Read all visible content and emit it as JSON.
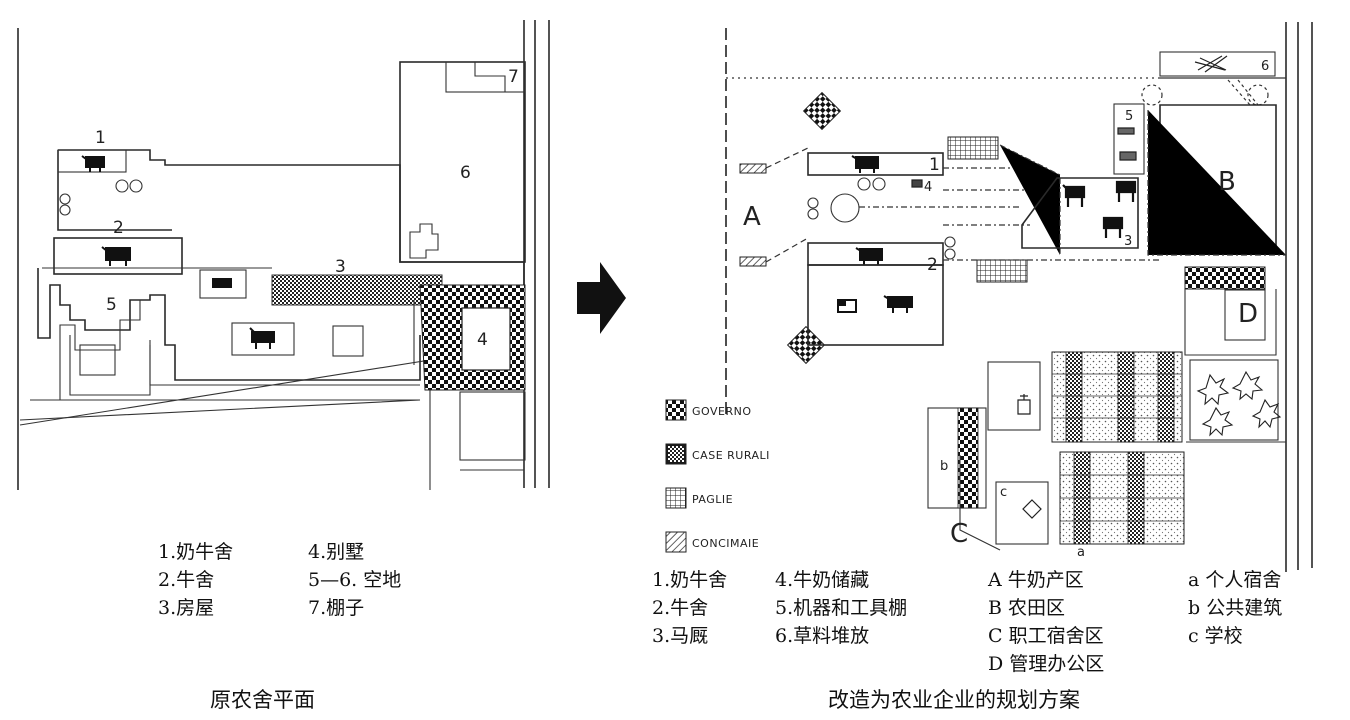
{
  "left_plan": {
    "labels": [
      "1",
      "2",
      "3",
      "4",
      "5",
      "6",
      "7"
    ],
    "legend_col1": [
      "1.奶牛舍",
      "2.牛舍",
      "3.房屋"
    ],
    "legend_col2": [
      "4.别墅",
      "5—6. 空地",
      "7.棚子"
    ],
    "caption": "原农舍平面"
  },
  "arrow": {
    "icon": "right-arrow-icon"
  },
  "right_plan": {
    "numbers": [
      "1",
      "2",
      "3",
      "4",
      "5",
      "6"
    ],
    "zones": [
      "A",
      "B",
      "C",
      "D"
    ],
    "sub_labels": [
      "a",
      "b",
      "c"
    ],
    "map_legend": [
      "GOVERNO",
      "CASE RURALI",
      "PAGLIE",
      "CONCIMAIE"
    ],
    "legend_col1": [
      "1.奶牛舍",
      "2.牛舍",
      "3.马厩"
    ],
    "legend_col2": [
      "4.牛奶储藏",
      "5.机器和工具棚",
      "6.草料堆放"
    ],
    "legend_col3": [
      "A 牛奶产区",
      "B 农田区",
      "C 职工宿舍区",
      "D 管理办公区"
    ],
    "legend_col4": [
      "a 个人宿舍",
      "b 公共建筑",
      "c 学校"
    ],
    "caption": "改造为农业企业的规划方案"
  }
}
